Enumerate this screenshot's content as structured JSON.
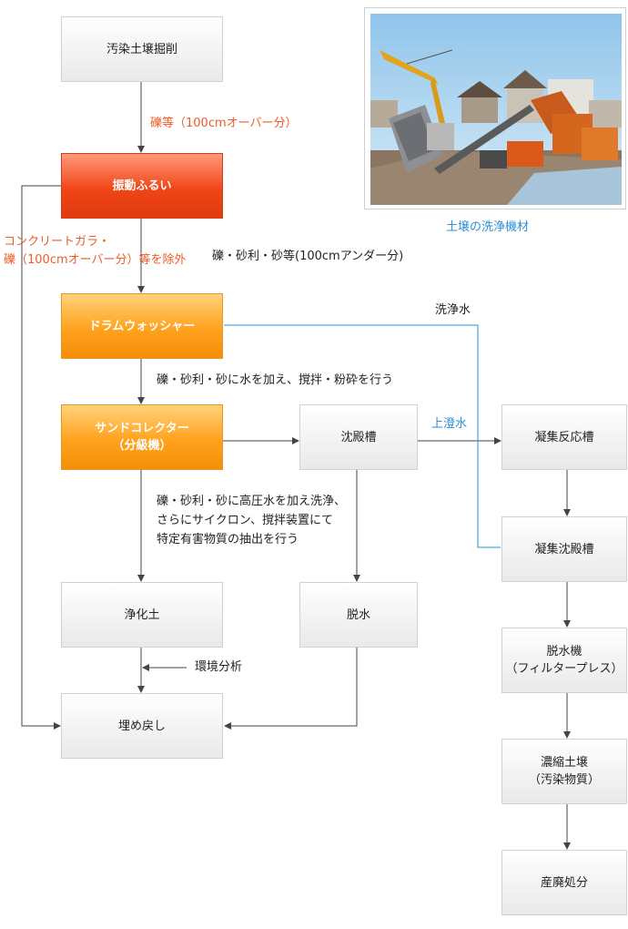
{
  "nodes": {
    "excavation": "汚染土壌掘削",
    "vibrating_screen": "振動ふるい",
    "drum_washer": "ドラムウォッシャー",
    "sand_collector": "サンドコレクター\n（分級機）",
    "settling_tank": "沈殿槽",
    "purified_soil": "浄化土",
    "dewatering": "脱水",
    "backfill": "埋め戻し",
    "coag_reaction_tank": "凝集反応槽",
    "coag_settling_tank": "凝集沈殿槽",
    "dewatering_machine": "脱水機\n（フィルタープレス）",
    "concentrated_soil": "濃縮土壌\n（汚染物質）",
    "industrial_waste": "産廃処分"
  },
  "labels": {
    "gravel_over": "礫等（100cmオーバー分）",
    "concrete_exclusion": "コンクリートガラ・\n礫（100cmオーバー分）等を除外",
    "gravel_under": "礫・砂利・砂等(100cmアンダー分)",
    "wash_water": "洗浄水",
    "add_water": "礫・砂利・砂に水を加え、撹拌・粉砕を行う",
    "supernatant": "上澄水",
    "high_pressure": "礫・砂利・砂に高圧水を加え洗浄、\nさらにサイクロン、撹拌装置にて\n特定有害物質の抽出を行う",
    "env_analysis": "環境分析"
  },
  "photo": {
    "caption": "土壌の洗浄機材"
  },
  "colors": {
    "accent_red": "#f05a28",
    "accent_blue": "#2a8fd6",
    "box_red": "#f04618",
    "box_orange": "#ffa21e"
  }
}
